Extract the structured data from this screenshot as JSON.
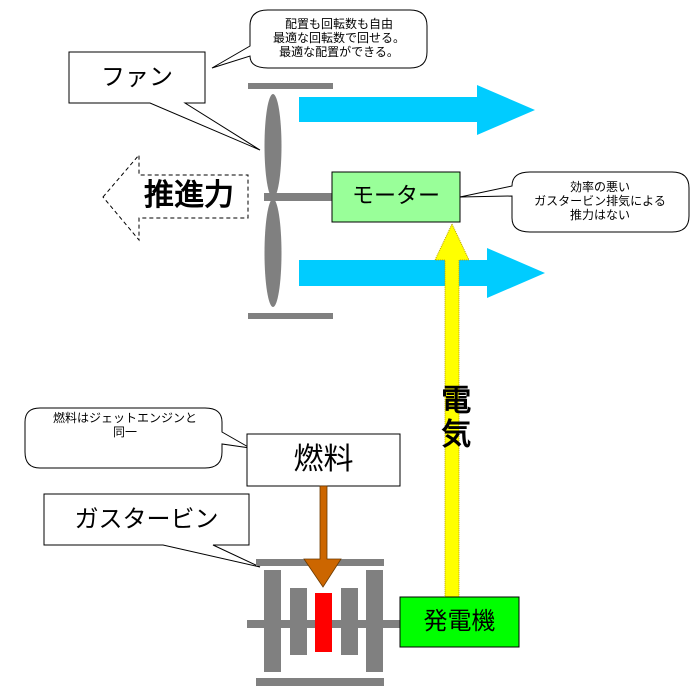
{
  "diagram": {
    "title": "Turbo-electric distributed propulsion concept",
    "colors": {
      "machine_gray": "#808080",
      "airflow_blue": "#00CCFF",
      "electricity_yellow": "#FFFF00",
      "motor_green": "#99FF99",
      "generator_green": "#00FF00",
      "fuel_orange": "#CC6600",
      "combustor_red": "#FF0000"
    },
    "labels": {
      "fan": "ファン",
      "thrust": "推進力",
      "motor": "モーター",
      "electricity": "電気",
      "fuel": "燃料",
      "gas_turbine": "ガスタービン",
      "generator": "発電機"
    },
    "notes": {
      "fan_note": "配置も回転数も自由\n最適な回転数で回せる。\n最適な配置ができる。",
      "motor_note": "効率の悪い\nガスタービン排気による\n推力はない",
      "fuel_note": "燃料はジェットエンジンと\n同一"
    },
    "icons": {
      "fan": "fan-icon",
      "airflow_upper": "airflow-arrow-icon",
      "airflow_lower": "airflow-arrow-icon",
      "thrust": "thrust-arrow-icon",
      "electricity": "electricity-arrow-icon",
      "fuel": "fuel-arrow-icon",
      "turbine": "gas-turbine-icon",
      "combustor": "combustor-icon"
    }
  }
}
